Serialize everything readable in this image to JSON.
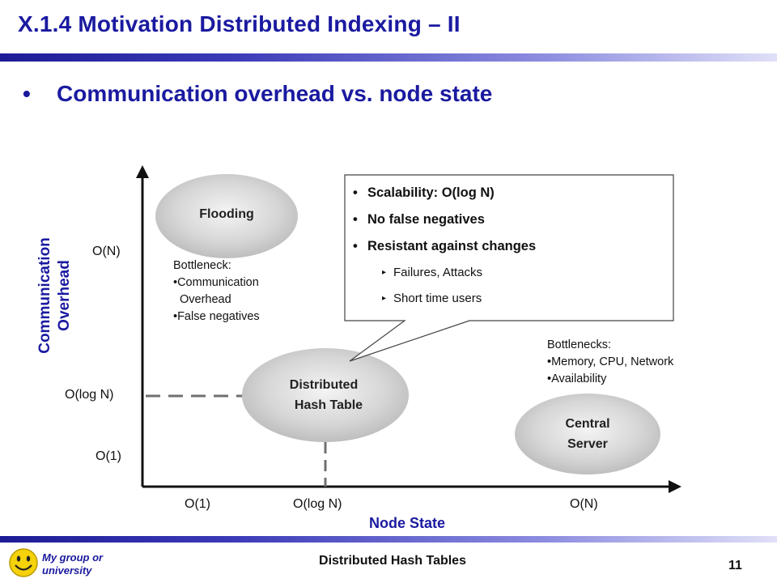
{
  "slide": {
    "title": "X.1.4  Motivation Distributed Indexing – II",
    "bullet_symbol": "•",
    "bullet_part1": "Communication overhead",
    "bullet_part2": " vs. ",
    "bullet_part3": "node state"
  },
  "diagram": {
    "y_axis_title": "Communication Overhead",
    "x_axis_title": "Node State",
    "y_ticks": [
      "O(N)",
      "O(log N)",
      "O(1)"
    ],
    "x_ticks": [
      "O(1)",
      "O(log N)",
      "O(N)"
    ],
    "nodes": {
      "flooding": "Flooding",
      "dht_line1": "Distributed",
      "dht_line2": "Hash Table",
      "central_line1": "Central",
      "central_line2": "Server"
    },
    "flooding_note": {
      "heading": "Bottleneck:",
      "items": [
        "Communication",
        "Overhead",
        "False negatives"
      ]
    },
    "central_note": {
      "heading": "Bottlenecks:",
      "items": [
        "Memory, CPU, Network",
        "Availability"
      ]
    },
    "callout": {
      "points": [
        "Scalability: O(log N)",
        "No false negatives",
        "Resistant against changes"
      ],
      "subpoints": [
        "Failures, Attacks",
        "Short time users"
      ]
    }
  },
  "footer": {
    "org_line1": "My group or",
    "org_line2": "university",
    "center": "Distributed Hash Tables",
    "page": "11"
  },
  "colors": {
    "title_blue": "#1a1aa0",
    "ellipse_gray": "#d0d0d0",
    "dashed_gray": "#707070"
  }
}
